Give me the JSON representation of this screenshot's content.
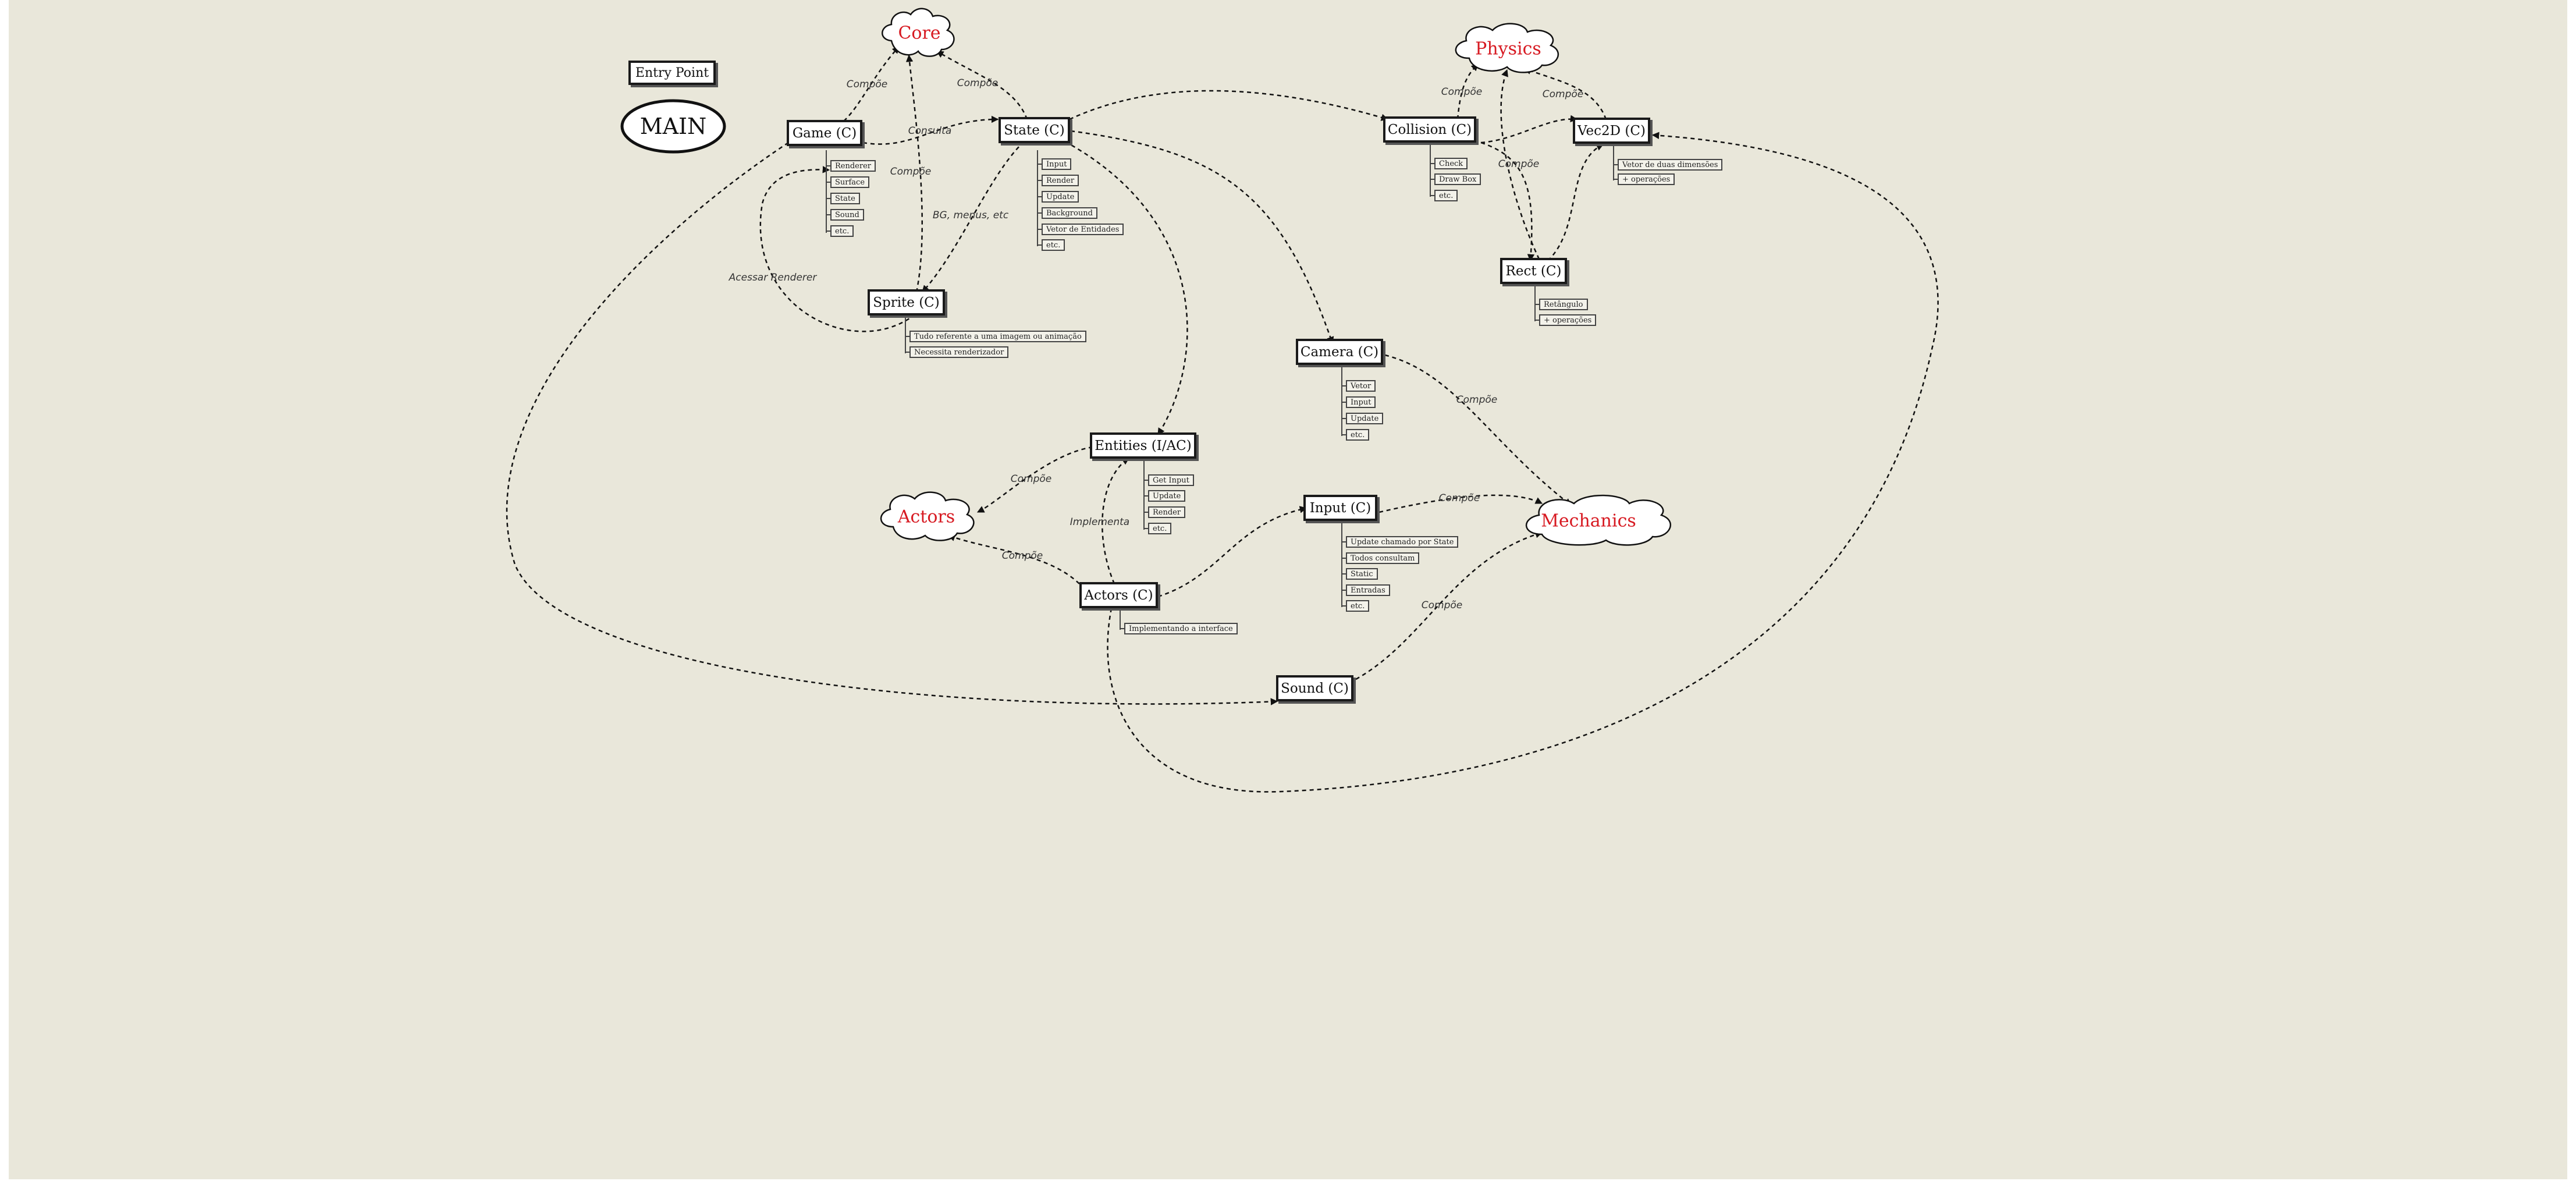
{
  "diagram": {
    "entry_point": "Entry Point",
    "main": "MAIN",
    "clouds": {
      "core": "Core",
      "physics": "Physics",
      "actors": "Actors",
      "mechanics": "Mechanics"
    },
    "nodes": {
      "game": {
        "label": "Game (C)",
        "items": [
          "Renderer",
          "Surface",
          "State",
          "Sound",
          "etc."
        ]
      },
      "state": {
        "label": "State (C)",
        "items": [
          "Input",
          "Render",
          "Update",
          "Background",
          "Vetor de Entidades",
          "etc."
        ]
      },
      "sprite": {
        "label": "Sprite (C)",
        "items": [
          "Tudo referente a uma imagem ou animação",
          "Necessita renderizador"
        ]
      },
      "collision": {
        "label": "Collision (C)",
        "items": [
          "Check",
          "Draw Box",
          "etc."
        ]
      },
      "vec2d": {
        "label": "Vec2D (C)",
        "items": [
          "Vetor de duas dimensões",
          "+ operações"
        ]
      },
      "rect": {
        "label": "Rect (C)",
        "items": [
          "Retângulo",
          "+ operações"
        ]
      },
      "camera": {
        "label": "Camera (C)",
        "items": [
          "Vetor",
          "Input",
          "Update",
          "etc."
        ]
      },
      "entities": {
        "label": "Entities (I/AC)",
        "items": [
          "Get Input",
          "Update",
          "Render",
          "etc."
        ]
      },
      "input": {
        "label": "Input (C)",
        "items": [
          "Update chamado por State",
          "Todos consultam",
          "Static",
          "Entradas",
          "etc."
        ]
      },
      "actors": {
        "label": "Actors (C)",
        "items": [
          "Implementando a interface"
        ]
      },
      "sound": {
        "label": "Sound (C)",
        "items": []
      }
    },
    "edge_labels": {
      "game_core": "Compõe",
      "state_core": "Compõe",
      "sprite_core": "Compõe",
      "game_state": "Consulta",
      "state_sprite": "BG, menus, etc",
      "sprite_game": "Acessar Renderer",
      "collision_physics": "Compõe",
      "vec2d_physics": "Compõe",
      "rect_physics": "Compõe",
      "camera_mechanics": "Compõe",
      "input_mechanics": "Compõe",
      "sound_mechanics": "Compõe",
      "entities_actors": "Compõe",
      "actors_actorscloud": "Compõe",
      "actors_entities": "Implementa"
    },
    "colors": {
      "background": "#e9e7da",
      "cloud_text": "#d71921",
      "node_border": "#1a1a1a"
    }
  }
}
